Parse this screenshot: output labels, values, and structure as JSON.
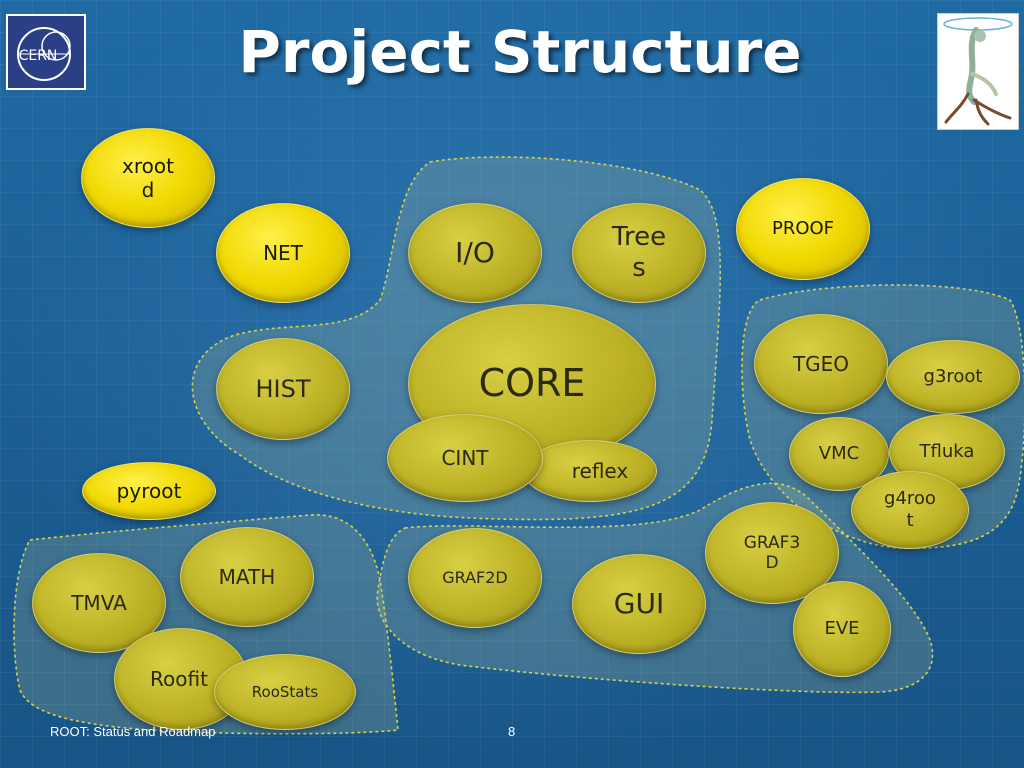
{
  "slide": {
    "title": "Project Structure",
    "footer_left": "ROOT: Status and Roadmap",
    "page_number": "8"
  },
  "logos": {
    "left": "cern-logo",
    "left_text": "CERN",
    "right": "root-logo"
  },
  "colors": {
    "background": "#1c5a8f",
    "node_fill": "#c2b72a",
    "node_fill_bright": "#f0d800",
    "group_outline": "#d6d24a"
  },
  "nodes": [
    {
      "id": "xrootd",
      "label": "xroot\nd",
      "style": "bright"
    },
    {
      "id": "net",
      "label": "NET",
      "style": "bright"
    },
    {
      "id": "proof",
      "label": "PROOF",
      "style": "bright"
    },
    {
      "id": "pyroot",
      "label": "pyroot",
      "style": "bright"
    },
    {
      "id": "io",
      "label": "I/O",
      "style": "normal"
    },
    {
      "id": "trees",
      "label": "Tree\ns",
      "style": "normal"
    },
    {
      "id": "hist",
      "label": "HIST",
      "style": "normal"
    },
    {
      "id": "core",
      "label": "CORE",
      "style": "normal"
    },
    {
      "id": "cint",
      "label": "CINT",
      "style": "normal"
    },
    {
      "id": "reflex",
      "label": "reflex",
      "style": "normal"
    },
    {
      "id": "tgeo",
      "label": "TGEO",
      "style": "normal"
    },
    {
      "id": "g3root",
      "label": "g3root",
      "style": "normal"
    },
    {
      "id": "vmc",
      "label": "VMC",
      "style": "normal"
    },
    {
      "id": "tfluka",
      "label": "Tfluka",
      "style": "normal"
    },
    {
      "id": "g4root",
      "label": "g4roo\nt",
      "style": "normal"
    },
    {
      "id": "graf2d",
      "label": "GRAF2D",
      "style": "normal"
    },
    {
      "id": "gui",
      "label": "GUI",
      "style": "normal"
    },
    {
      "id": "graf3d",
      "label": "GRAF3\nD",
      "style": "normal"
    },
    {
      "id": "eve",
      "label": "EVE",
      "style": "normal"
    },
    {
      "id": "tmva",
      "label": "TMVA",
      "style": "normal"
    },
    {
      "id": "math",
      "label": "MATH",
      "style": "normal"
    },
    {
      "id": "roofit",
      "label": "Roofit",
      "style": "normal"
    },
    {
      "id": "roostats",
      "label": "RooStats",
      "style": "normal"
    }
  ],
  "groups": [
    {
      "id": "core-group",
      "members": [
        "io",
        "trees",
        "hist",
        "core",
        "cint",
        "reflex"
      ]
    },
    {
      "id": "geometry-group",
      "members": [
        "tgeo",
        "g3root",
        "vmc",
        "tfluka",
        "g4root"
      ]
    },
    {
      "id": "graphics-group",
      "members": [
        "graf2d",
        "gui",
        "graf3d",
        "eve"
      ]
    },
    {
      "id": "math-group",
      "members": [
        "tmva",
        "math",
        "roofit",
        "roostats"
      ]
    }
  ]
}
